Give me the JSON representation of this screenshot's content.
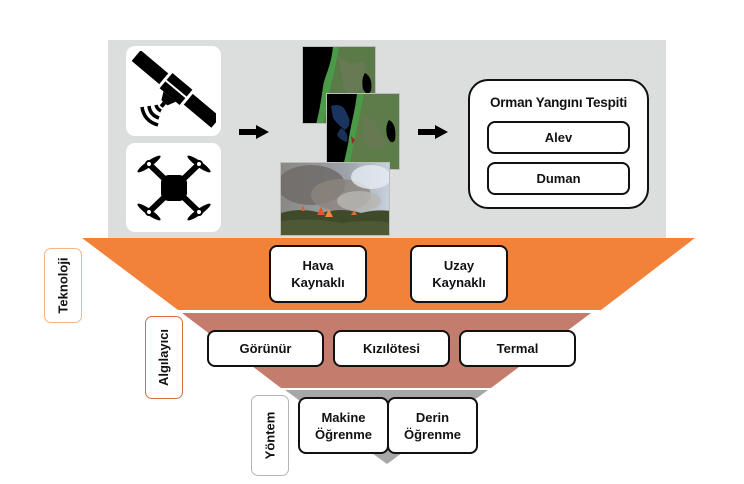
{
  "colors": {
    "panel_bg": "#dcdedd",
    "technology_band": "#f28239",
    "sensor_band": "#c47d6d",
    "method_band": "#a7a7a7",
    "technology_label_border": "#f6b48a",
    "sensor_label_border": "#d9713f",
    "method_label_border": "#b5b5b5"
  },
  "top_panel": {
    "sources": [
      {
        "icon": "satellite-icon"
      },
      {
        "icon": "drone-icon"
      }
    ],
    "images": [
      {
        "name": "satellite-image-1",
        "description": "Satellite image of coastline"
      },
      {
        "name": "satellite-image-2",
        "description": "Satellite image with smoke plume"
      },
      {
        "name": "forest-fire-photo",
        "description": "Photo of forest fire with smoke"
      }
    ],
    "result": {
      "title": "Orman Yangını Tespiti",
      "items": [
        "Alev",
        "Duman"
      ]
    }
  },
  "levels": [
    {
      "label": "Teknoloji",
      "items": [
        "Hava\nKaynaklı",
        "Uzay\nKaynaklı"
      ]
    },
    {
      "label": "Algılayıcı",
      "items": [
        "Görünür",
        "Kızılötesi",
        "Termal"
      ]
    },
    {
      "label": "Yöntem",
      "items": [
        "Makine\nÖğrenme",
        "Derin\nÖğrenme"
      ]
    }
  ]
}
